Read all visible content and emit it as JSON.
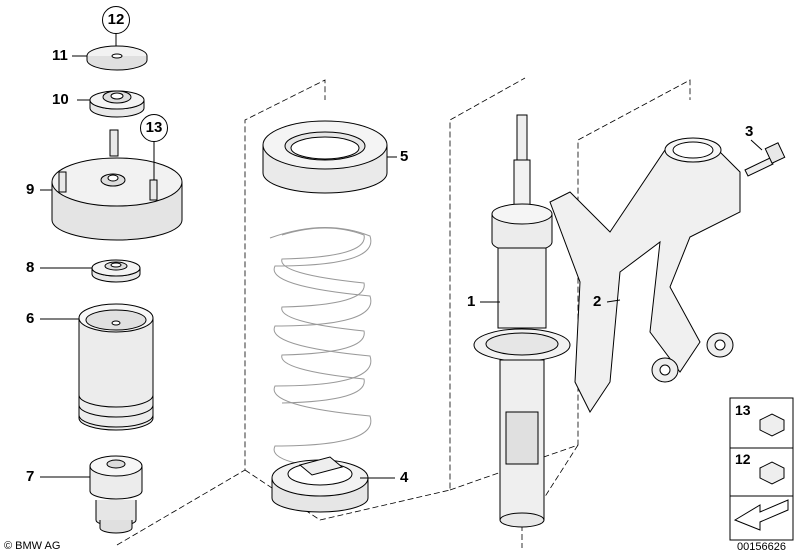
{
  "callouts": {
    "c1": "1",
    "c2": "2",
    "c3": "3",
    "c4": "4",
    "c5": "5",
    "c6": "6",
    "c7": "7",
    "c8": "8",
    "c9": "9",
    "c10": "10",
    "c11": "11",
    "c12": "12",
    "c13": "13"
  },
  "legend": {
    "item_a": "13",
    "item_b": "12"
  },
  "footer": {
    "copyright": "© BMW AG",
    "doc_id": "00156626"
  }
}
